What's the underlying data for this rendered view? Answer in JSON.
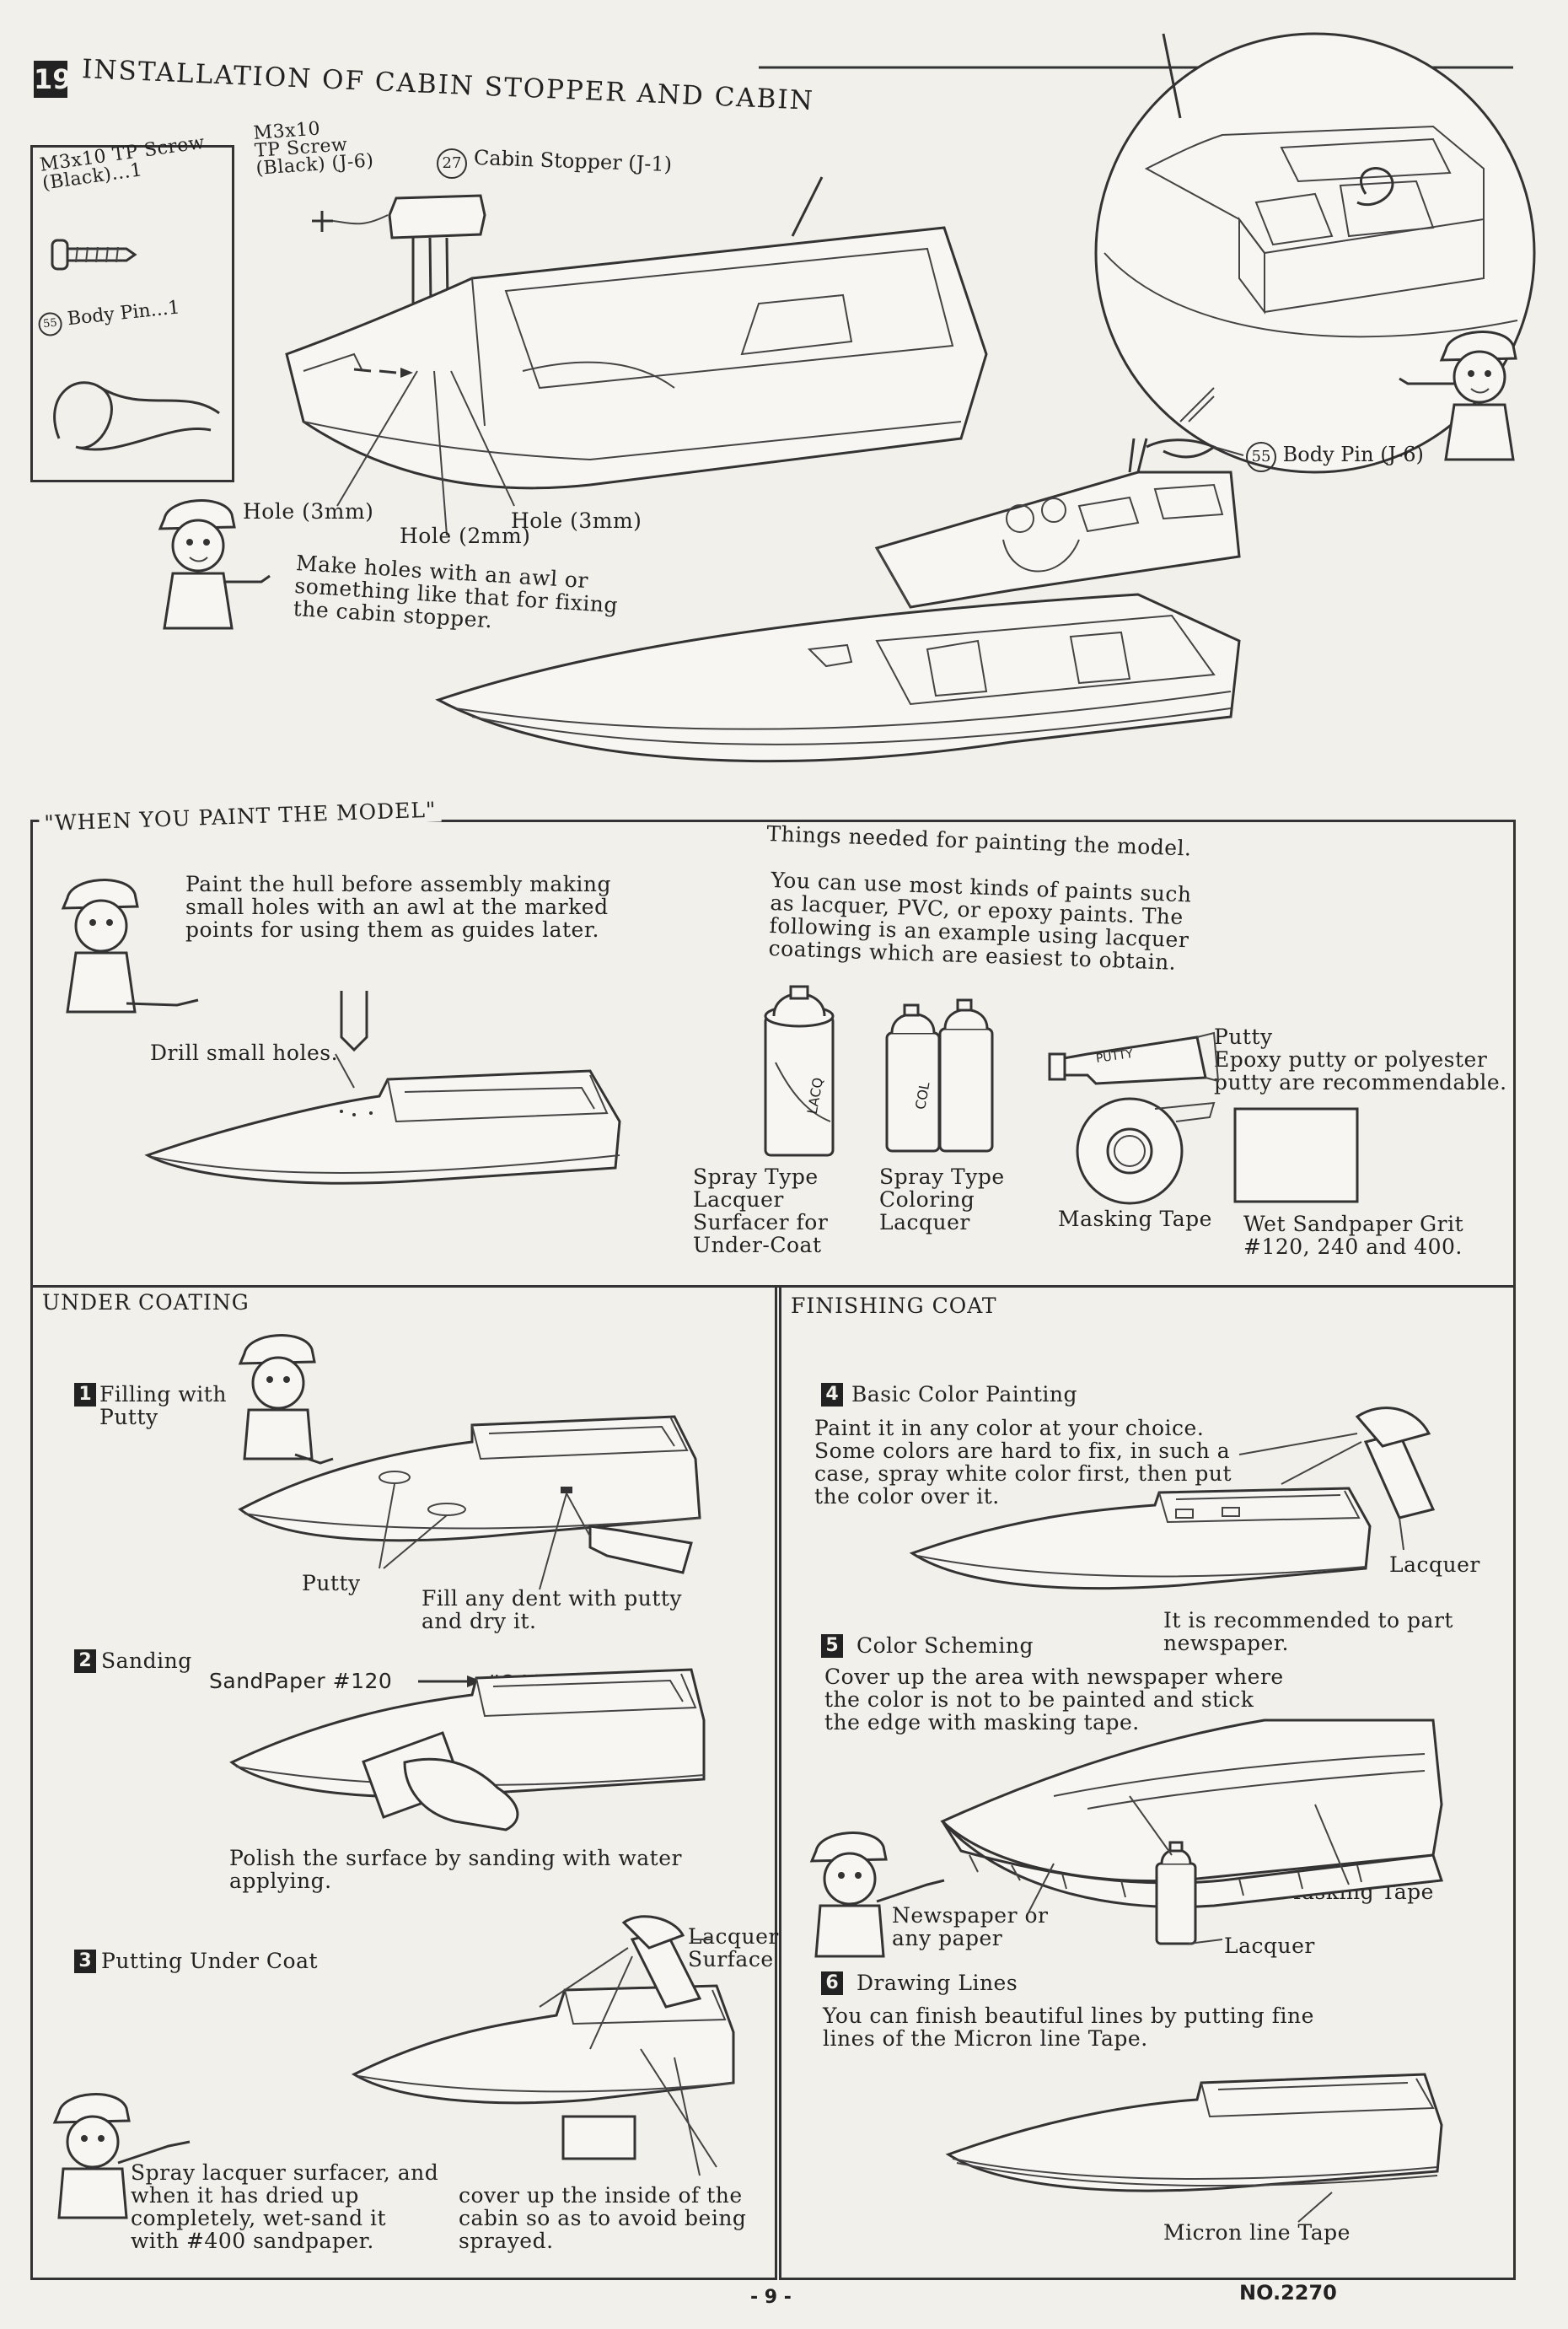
{
  "step19": {
    "number": "19",
    "title": "INSTALLATION OF CABIN STOPPER AND CABIN",
    "parts_box": {
      "screw_label": "M3x10 TP Screw\n(Black)...1",
      "pin_num": "55",
      "pin_label": "Body Pin...1"
    },
    "screw_callout": "M3x10\nTP Screw\n(Black) (J-6)",
    "cabin_stopper_num": "27",
    "cabin_stopper": "Cabin Stopper (J-1)",
    "hole_left": "Hole (3mm)",
    "hole_mid": "Hole (2mm)",
    "hole_right": "Hole (3mm)",
    "awl_note": "Make holes with an awl or\nsomething like that for fixing\nthe cabin stopper.",
    "body_pin_num": "55",
    "body_pin": "Body Pin (J-6)"
  },
  "paint_section": {
    "title": "\"WHEN YOU PAINT THE MODEL\"",
    "intro": "Paint the hull before assembly making\nsmall holes with an awl at the marked\npoints for using them as guides later.",
    "drill": "Drill small holes.",
    "things_title": "Things needed for painting the model.",
    "things_text": "You can use most kinds of paints such\nas lacquer, PVC, or epoxy paints. The\nfollowing is an example using lacquer\ncoatings which are easiest to obtain.",
    "putty_label": "Putty\nEpoxy putty or polyester\nputty are recommendable.",
    "spray_surfacer": "Spray Type\nLacquer\nSurfacer for\nUnder-Coat",
    "spray_coloring": "Spray Type\nColoring\nLacquer",
    "masking_tape": "Masking Tape",
    "sandpaper": "Wet Sandpaper Grit\n#120, 240 and 400.",
    "can_text_1": "LACQ",
    "can_text_2": "COL",
    "tube_text": "PUTTY"
  },
  "under_coating": {
    "title": "UNDER COATING",
    "step1_num": "1",
    "step1_title": "Filling with\nPutty",
    "putty": "Putty",
    "fill_note": "Fill any dent with putty\nand dry it.",
    "step2_num": "2",
    "step2_title": "Sanding",
    "sandpaper_seq_1": "SandPaper #120",
    "sandpaper_seq_2": "#240",
    "polish": "Polish the surface by sanding with water\napplying.",
    "step3_num": "3",
    "step3_title": "Putting Under Coat",
    "lacquer_surface": "Lacquer\nSurface",
    "spray_note": "Spray lacquer surfacer, and\nwhen it has dried up\ncompletely, wet-sand it\nwith #400 sandpaper.",
    "cover_note": "cover up the inside of the\ncabin so as to avoid being\nsprayed."
  },
  "finishing_coat": {
    "title": "FINISHING COAT",
    "step4_num": "4",
    "step4_title": "Basic Color Painting",
    "step4_text": "Paint it in any color at your choice.\nSome colors are hard to fix, in such a\ncase, spray white color first, then put\nthe color over it.",
    "lacquer_1": "Lacquer",
    "recommend": "It is recommended to part\nnewspaper.",
    "step5_num": "5",
    "step5_title": "Color Scheming",
    "step5_text": "Cover up the area with newspaper where\nthe color is not to be painted and stick\nthe edge with masking tape.",
    "masking_tape": "Masking Tape",
    "newspaper": "Newspaper or\nany paper",
    "lacquer_2": "Lacquer",
    "step6_num": "6",
    "step6_title": "Drawing Lines",
    "step6_text": "You can finish beautiful lines by putting fine\nlines of the Micron line Tape.",
    "micron": "Micron line Tape"
  },
  "footer": {
    "page": "- 9 -",
    "doc_no": "NO.2270"
  }
}
